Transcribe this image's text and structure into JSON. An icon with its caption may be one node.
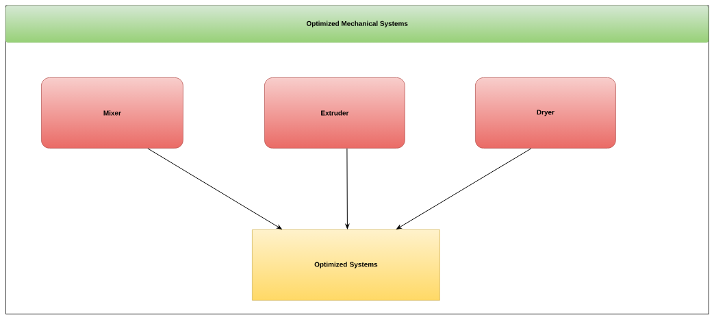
{
  "diagram": {
    "nodes": [
      {
        "text": [
          "Optimized Mechanical Systems"
        ]
      },
      {
        "text": [
          "Mixer"
        ],
        "in": 0
      },
      {
        "text": [
          "Extruder"
        ],
        "in": 0
      },
      {
        "text": [
          "Dryer"
        ],
        "in": 0
      },
      {
        "text": [
          "Optimized Systems"
        ],
        "in": 0
      }
    ],
    "edges": [
      {
        "from": 1,
        "to": 4,
        "arrow": "to"
      },
      {
        "from": 2,
        "to": 4,
        "arrow": "to"
      },
      {
        "from": 3,
        "to": 4,
        "arrow": "to"
      }
    ]
  }
}
